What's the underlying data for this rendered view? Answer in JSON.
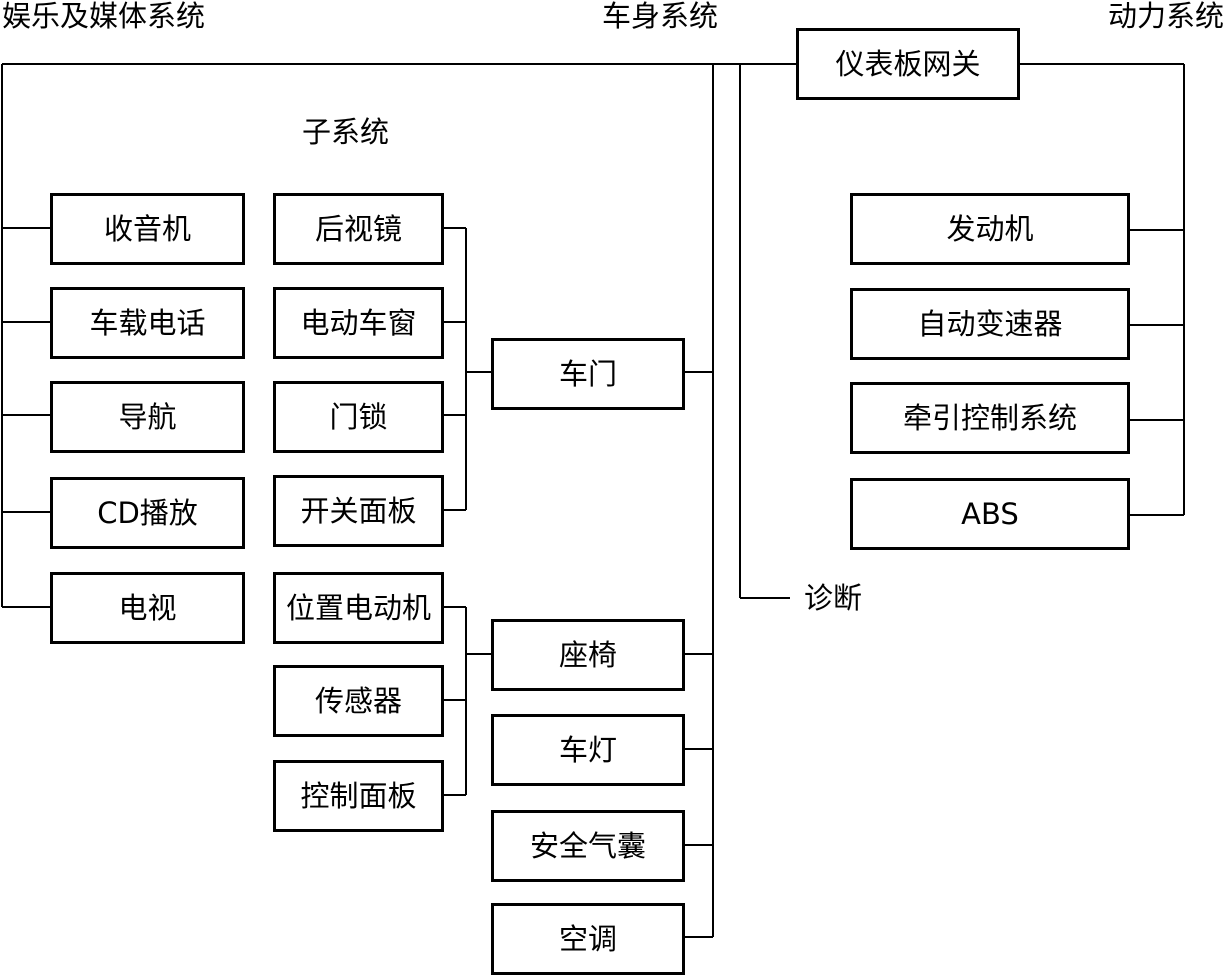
{
  "headers": {
    "entertainment": "娱乐及媒体系统",
    "body": "车身系统",
    "powertrain": "动力系统",
    "subsystem": "子系统"
  },
  "gateway": "仪表板网关",
  "diagnosis": "诊断",
  "entertainment_items": [
    "收音机",
    "车载电话",
    "导航",
    "CD播放",
    "电视"
  ],
  "door_components": [
    "后视镜",
    "电动车窗",
    "门锁",
    "开关面板"
  ],
  "seat_components": [
    "位置电动机",
    "传感器",
    "控制面板"
  ],
  "body_items": [
    "车门",
    "座椅",
    "车灯",
    "安全气囊",
    "空调"
  ],
  "powertrain_items": [
    "发动机",
    "自动变速器",
    "牵引控制系统",
    "ABS"
  ]
}
